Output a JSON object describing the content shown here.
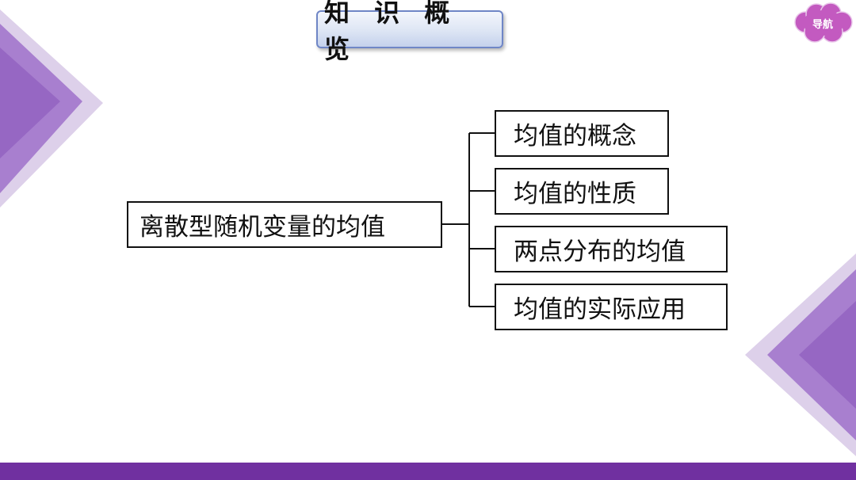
{
  "header": {
    "title": "知 识 概 览",
    "nav_label": "导航"
  },
  "diagram": {
    "root": "离散型随机变量的均值",
    "children": [
      "均值的概念",
      "均值的性质",
      "两点分布的均值",
      "均值的实际应用"
    ]
  },
  "colors": {
    "accent_purple": "#7030a0",
    "deco_purple_light": "#c9b3de",
    "deco_purple_dark": "#8e5cbe",
    "nav_cloud": "#c35ac0",
    "title_border": "#6f86c6"
  }
}
